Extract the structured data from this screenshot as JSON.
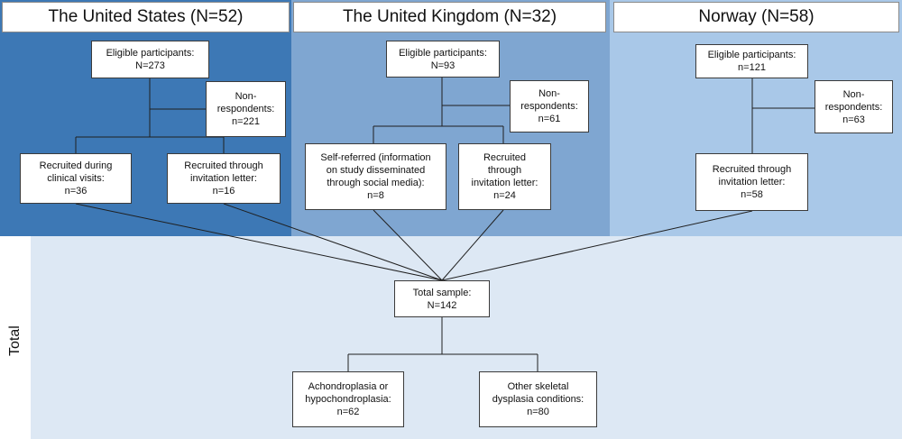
{
  "columns": {
    "us": {
      "header": "The United States (N=52)",
      "color": "#3d78b5",
      "eligible": [
        "Eligible participants:",
        "N=273"
      ],
      "nonrespondents": [
        "Non-",
        "respondents:",
        "n=221"
      ],
      "clinical": [
        "Recruited  during",
        "clinical visits:",
        "n=36"
      ],
      "letter": [
        "Recruited  through",
        "invitation letter:",
        "n=16"
      ]
    },
    "uk": {
      "header": "The United Kingdom (N=32)",
      "color": "#7fa6d1",
      "eligible": [
        "Eligible participants:",
        "N=93"
      ],
      "nonrespondents": [
        "Non-",
        "respondents:",
        "n=61"
      ],
      "selfref": [
        "Self-referred (information",
        "on study disseminated",
        "through social media):",
        "n=8"
      ],
      "letter": [
        "Recruited",
        "through",
        "invitation letter:",
        "n=24"
      ]
    },
    "no": {
      "header": "Norway (N=58)",
      "color": "#a9c8e8",
      "eligible": [
        "Eligible participants:",
        "n=121"
      ],
      "nonrespondents": [
        "Non-",
        "respondents:",
        "n=63"
      ],
      "letter": [
        "Recruited  through",
        "invitation letter:",
        "n=58"
      ]
    }
  },
  "total": {
    "label": "Total",
    "background": "#dde8f4",
    "sample": [
      "Total sample:",
      "N=142"
    ],
    "achondroplasia": [
      "Achondroplasia or",
      "hypochondroplasia:",
      "n=62"
    ],
    "other": [
      "Other skeletal",
      "dysplasia conditions:",
      "n=80"
    ]
  }
}
